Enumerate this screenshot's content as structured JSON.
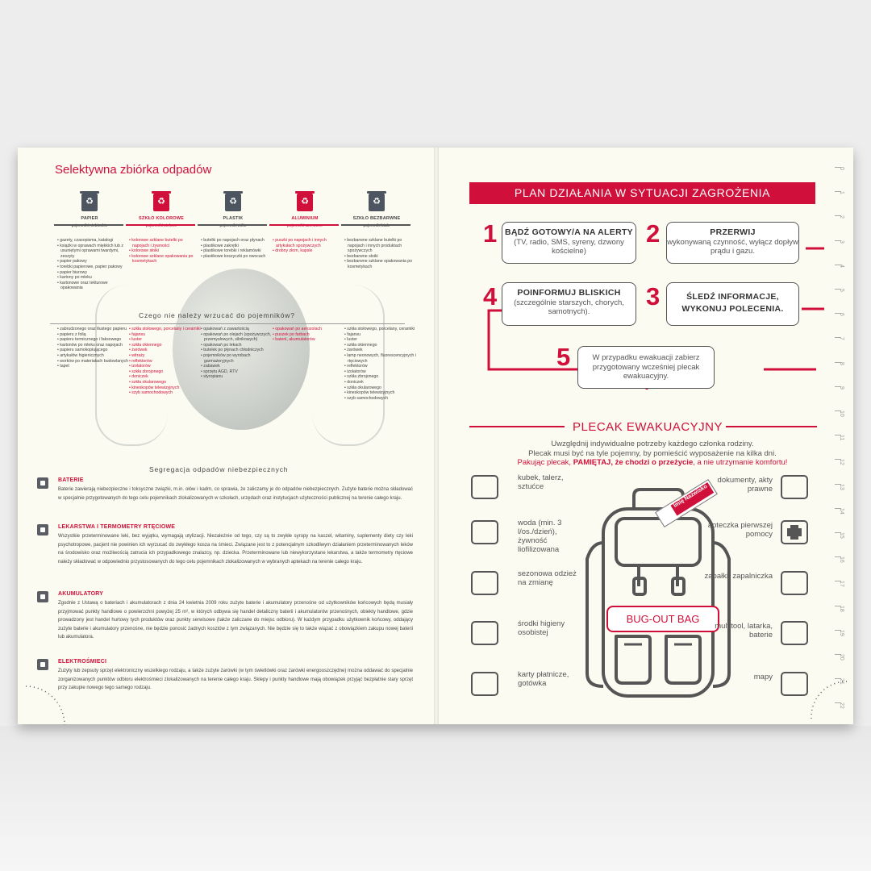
{
  "left": {
    "title": "Selektywna zbiórka odpadów",
    "bins": [
      {
        "name": "PAPIER",
        "container": "pojemniki niebieskie",
        "color": "#4d5560",
        "accept": [
          "gazety, czasopisma, katalogi",
          "książki w oprawach miękkich lub z usuniętymi oprawami twardymi, zeszyty",
          "papier pakowy",
          "torebki papierowe, papier pakowy",
          "papier biurowy",
          "kartony po mleku",
          "kartonowe oraz tekturowe opakowania"
        ],
        "reject": [
          "zabrudzonego oraz tłustego papieru",
          "papieru z folią",
          "papieru termicznego i faksowego",
          "kartonów po mleku oraz napojach",
          "papieru samokopiującego",
          "artykułów higienicznych",
          "worków po materiałach budowlanych",
          "tapet"
        ]
      },
      {
        "name": "SZKŁO KOLOROWE",
        "container": "pojemniki zielone",
        "color": "#d0103a",
        "accept": [
          "kolorowe szklane butelki po napojach i żywności",
          "kolorowe słoiki",
          "kolorowe szklane opakowania po kosmetykach"
        ],
        "reject": [
          "szkła stołowego, porcelany i ceramiki",
          "fajansu",
          "luster",
          "szkła okiennego",
          "żarówek",
          "witraży",
          "reflektorów",
          "izolatorów",
          "szkła zbrojonego",
          "doniczek",
          "szkła okularowego",
          "kineskopów telewizyjnych",
          "szyb samochodowych"
        ]
      },
      {
        "name": "PLASTIK",
        "container": "pojemniki żółte",
        "color": "#4d5560",
        "accept": [
          "butelki po napojach oraz płynach",
          "plastikowe zakrętki",
          "plastikowe torebki i reklamówki",
          "plastikowe koszyczki po owocach"
        ],
        "reject": [
          "opakowań z zawartością",
          "opakowań po olejach (spożywczych, przemysłowych, silnikowych)",
          "opakowań po lekach",
          "butelek po płynach chłodniczych",
          "pojemników po wyrobach garmażeryjnych",
          "zabawek",
          "sprzętu AGD, RTV",
          "styropianu"
        ]
      },
      {
        "name": "ALUMINIUM",
        "container": "pojemniki czerwone",
        "color": "#d0103a",
        "accept": [
          "puszki po napojach i innych artykułach spożywczych",
          "drobny złom, kapsle"
        ],
        "reject": [
          "opakowań po aerozolach",
          "puszek po farbach",
          "baterii, akumulatorów"
        ]
      },
      {
        "name": "SZKŁO BEZBARWNE",
        "container": "pojemniki białe",
        "color": "#4d5560",
        "accept": [
          "bezbarwne szklane butelki po napojach i innych produktach spożywczych",
          "bezbarwne słoiki",
          "bezbarwne szklane opakowania po kosmetykach"
        ],
        "reject": [
          "szkła stołowego, porcelany, ceramiki",
          "fajansu",
          "luster",
          "szkła okiennego",
          "żarówek",
          "lamp neonowych, fluorescencyjnych i rtęciowych",
          "reflektorów",
          "izolatorów",
          "szkła zbrojonego",
          "doniczek",
          "szkła okularowego",
          "kineskopów telewizyjnych",
          "szyb samochodowych"
        ]
      }
    ],
    "reject_title": "Czego nie należy wrzucać do pojemników?",
    "hazard_title": "Segregacja odpadów niebezpiecznych",
    "hazards": [
      {
        "title": "BATERIE",
        "text": "Baterie zawierają niebezpieczne i toksyczne związki, m.in. ołów i kadm, co sprawia, że zaliczamy je do odpadów niebezpiecznych. Zużyte baterie można składować w specjalnie przygotowanych do tego celu pojemnikach zlokalizowanych w szkołach, urzędach oraz instytucjach użyteczności publicznej na terenie całego kraju."
      },
      {
        "title": "LEKARSTWA I TERMOMETRY RTĘCIOWE",
        "text": "Wszystkie przeterminowane leki, bez wyjątku, wymagają utylizacji. Niezależnie od tego, czy są to zwykłe syropy na kaszel, witaminy, suplementy diety czy leki psychotropowe, pacjent nie powinien ich wyrzucać do zwykłego kosza na śmieci. Związane jest to z potencjalnym szkodliwym działaniem przeterminowanych leków na środowisko oraz możliwością zatrucia ich przypadkowego znalazcy, np. dziecka. Przeterminowane lub niewykorzystane lekarstwa, a także termometry rtęciowe należy składować w odpowiednio przystosowanych do tego celu pojemnikach zlokalizowanych w wybranych aptekach na terenie całego kraju."
      },
      {
        "title": "AKUMULATORY",
        "text": "Zgodnie z Ustawą o bateriach i akumulatorach z dnia 24 kwietnia 2009 roku zużyte baterie i akumulatory przenośne od użytkowników końcowych będą musiały przyjmować punkty handlowe o powierzchni powyżej 25 m², w których odbywa się handel detaliczny baterii i akumulatorów przenośnych, obiekty handlowe, gdzie prowadzony jest handel hurtowy tych produktów oraz punkty serwisowe (także zaliczane do miejsc odbioru). W każdym przypadku użytkownik końcowy, oddający zużyte baterie i akumulatory przenośne, nie będzie ponosić żadnych kosztów z tym związanych. Nie będzie się to także wiązać z obowiązkiem zakupu nowej baterii lub akumulatora."
      },
      {
        "title": "ELEKTROŚMIECI",
        "text": "Zużyty lub zepsuty sprzęt elektroniczny wszelkiego rodzaju, a także zużyte żarówki (w tym świetlówki oraz żarówki energooszczędne) można oddawać do specjalnie zorganizowanych punktów odbioru elektrośmieci zlokalizowanych na terenie całego kraju. Sklepy i punkty handlowe mają obowiązek przyjąć bezpłatnie stary sprzęt przy zakupie nowego tego samego rodzaju."
      }
    ]
  },
  "right": {
    "banner": "PLAN DZIAŁANIA W SYTUACJI ZAGROŻENIA",
    "steps": [
      {
        "num": "1",
        "title": "BĄDŹ GOTOWY/A NA ALERTY",
        "text": "(TV, radio, SMS, syreny, dzwony kościelne)"
      },
      {
        "num": "2",
        "title": "PRZERWIJ",
        "text": "wykonywaną czynność, wyłącz dopływ prądu i gazu."
      },
      {
        "num": "3",
        "title": "ŚLEDŹ INFORMACJE, WYKONUJ POLECENIA.",
        "text": ""
      },
      {
        "num": "4",
        "title": "POINFORMUJ BLISKICH",
        "text": "(szczególnie starszych, chorych, samotnych)."
      },
      {
        "num": "5",
        "title": "",
        "text": "W przypadku ewakuacji zabierz przygotowany wcześniej plecak ewakuacyjny."
      }
    ],
    "pack_title": "PLECAK EWAKUACYJNY",
    "intro_line1": "Uwzględnij indywidualne potrzeby każdego członka rodziny.",
    "intro_line2": "Plecak musi być na tyle pojemny, by pomieścić wyposażenie na kilka dni.",
    "intro_line3a": "Pakując plecak, ",
    "intro_line3b": "PAMIĘTAJ, że chodzi o przeżycie",
    "intro_line3c": ", a nie utrzymanie komfortu!",
    "bag_label": "BUG-OUT BAG",
    "tag_label": "Imię Nazwisko",
    "items_left": [
      {
        "icon": "dishes-icon",
        "label": "kubek, talerz, sztućce"
      },
      {
        "icon": "water-icon",
        "label": "woda (min. 3 l/os./dzień), żywność liofilizowana"
      },
      {
        "icon": "clothes-icon",
        "label": "sezonowa odzież na zmianę"
      },
      {
        "icon": "hygiene-icon",
        "label": "środki higieny osobistej"
      },
      {
        "icon": "wallet-icon",
        "label": "karty płatnicze, gotówka"
      }
    ],
    "items_right": [
      {
        "icon": "documents-icon",
        "label": "dokumenty, akty prawne"
      },
      {
        "icon": "first-aid-icon",
        "label": "apteczka pierwszej pomocy"
      },
      {
        "icon": "lighter-icon",
        "label": "zapałki, zapalniczka"
      },
      {
        "icon": "multitool-icon",
        "label": "multitool, latarka, baterie"
      },
      {
        "icon": "map-icon",
        "label": "mapy"
      }
    ],
    "ruler": [
      "0",
      "1",
      "2",
      "3",
      "4",
      "5",
      "6",
      "7",
      "8",
      "9",
      "10",
      "11",
      "12",
      "13",
      "14",
      "15",
      "16",
      "17",
      "18",
      "19",
      "20",
      "21",
      "22"
    ]
  }
}
